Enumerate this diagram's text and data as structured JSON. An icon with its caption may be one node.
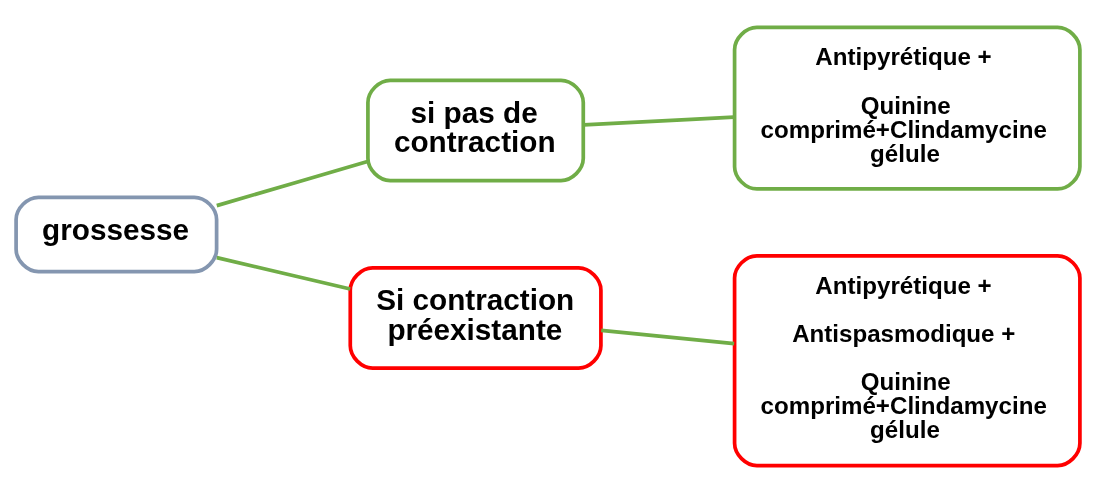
{
  "diagram": {
    "nodes": [
      {
        "text": [
          "grossesse"
        ]
      },
      {
        "text": [
          "si pas de contraction"
        ]
      },
      {
        "text": [
          "Antipyrétique +",
          "Quinine comprimé+Clindamycine gélule"
        ]
      },
      {
        "text": [
          "Si contraction préexistante"
        ]
      },
      {
        "text": [
          "Antipyrétique +",
          "Antispasmodique +",
          "Quinine comprimé+Clindamycine gélule"
        ]
      }
    ],
    "edges": [
      {
        "from": 0,
        "to": 1,
        "arrow": "none"
      },
      {
        "from": 0,
        "to": 3,
        "arrow": "none"
      },
      {
        "from": 1,
        "to": 2,
        "arrow": "none"
      },
      {
        "from": 3,
        "to": 4,
        "arrow": "none"
      }
    ]
  }
}
